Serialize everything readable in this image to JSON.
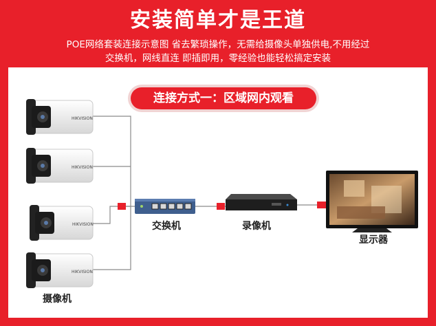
{
  "header": {
    "title": "安装简单才是王道",
    "desc_line1": "POE网络套装连接示意图 省去繁琐操作，无需给摄像头单独供电,不用经过",
    "desc_line2": "交换机，网线直连 即插即用，零经验也能轻松搞定安装"
  },
  "mode": {
    "label": "连接方式一：区域网内观看"
  },
  "devices": {
    "camera_label": "摄像机",
    "switch_label": "交换机",
    "nvr_label": "录像机",
    "monitor_label": "显示器",
    "camera_brand": "HIKVISION"
  },
  "colors": {
    "brand_red": "#e8202a",
    "line_gray": "#8a8a8a",
    "switch_blue": "#3f5f8e"
  },
  "icons": [
    "camera-icon",
    "switch-icon",
    "nvr-icon",
    "monitor-icon"
  ]
}
